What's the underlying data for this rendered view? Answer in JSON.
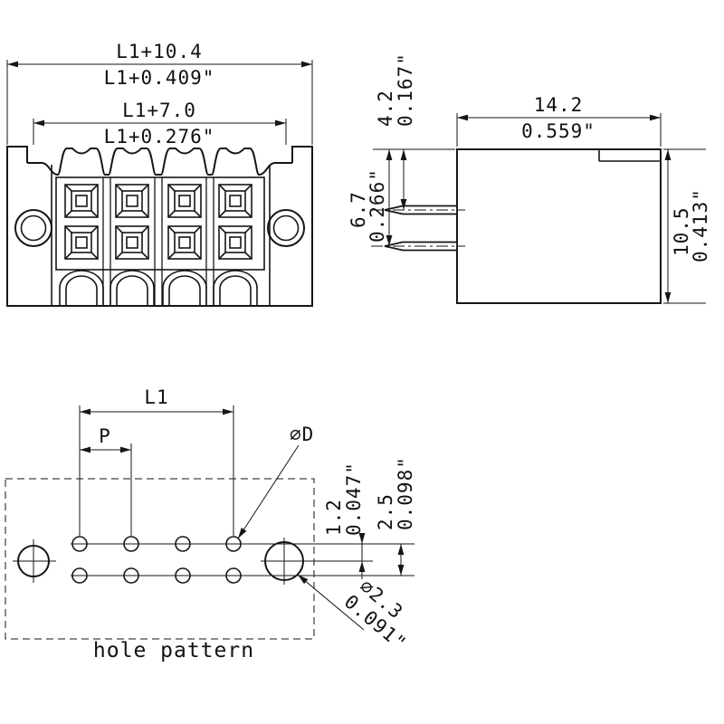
{
  "drawing": {
    "front_view": {
      "dim_outer_width_mm": "L1+10.4",
      "dim_outer_width_inch": "L1+0.409\"",
      "dim_inner_width_mm": "L1+7.0",
      "dim_inner_width_inch": "L1+0.276\""
    },
    "side_view": {
      "dim_depth_mm": "14.2",
      "dim_depth_inch": "0.559\"",
      "dim_pin_offset1_mm": "4.2",
      "dim_pin_offset1_inch": "0.167\"",
      "dim_pin_offset2_mm": "6.7",
      "dim_pin_offset2_inch": "0.266\"",
      "dim_height_mm": "10.5",
      "dim_height_inch": "0.413\""
    },
    "hole_pattern": {
      "caption": "hole pattern",
      "dim_length_label": "L1",
      "dim_pitch_label": "P",
      "hole_diameter_label": "⌀D",
      "dim_row_offset_mm": "1.2",
      "dim_row_offset_inch": "0.047\"",
      "dim_row_spacing_mm": "2.5",
      "dim_row_spacing_inch": "0.098\"",
      "flange_hole_diameter_mm": "⌀2.3",
      "flange_hole_diameter_inch": "0.091\""
    }
  }
}
